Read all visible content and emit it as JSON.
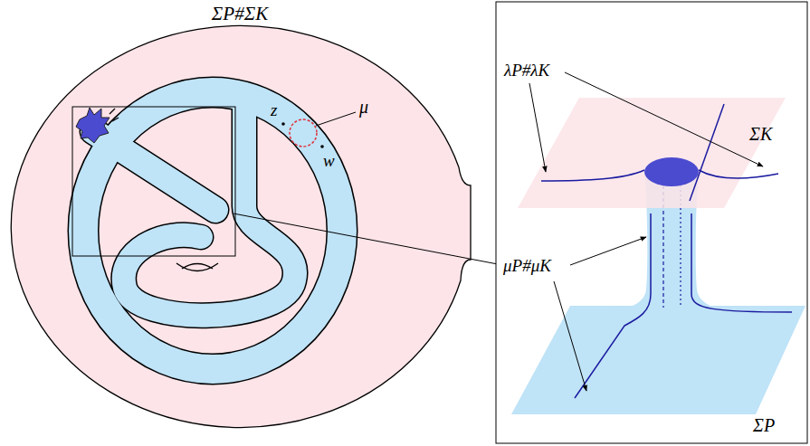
{
  "diagram": {
    "labels": [
      "ΣP#ΣK",
      "z",
      "μ",
      "w",
      "λP#λK",
      "ΣK",
      "μP#μK",
      "ΣP"
    ]
  }
}
